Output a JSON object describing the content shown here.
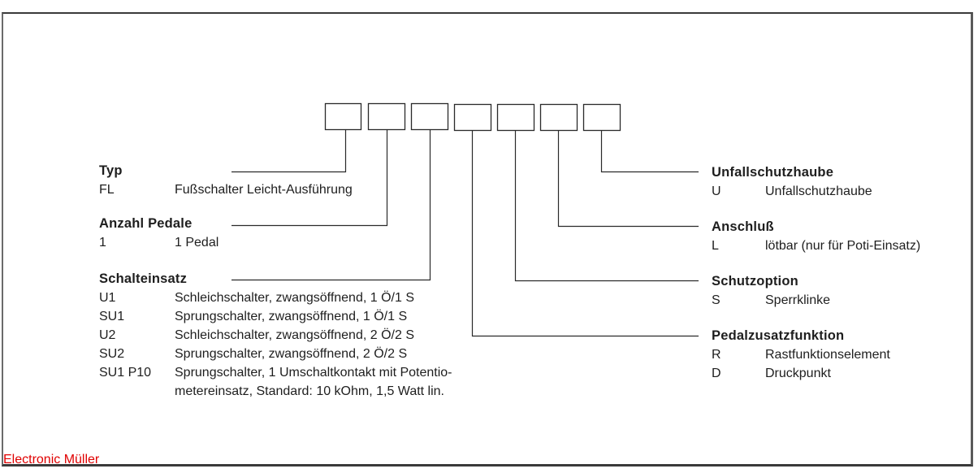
{
  "code_boxes": [
    "",
    "",
    "",
    "",
    "",
    "",
    ""
  ],
  "left_groups": [
    {
      "heading": "Typ",
      "options": [
        {
          "code": "FL",
          "text": "Fußschalter Leicht-Ausführung"
        }
      ]
    },
    {
      "heading": "Anzahl Pedale",
      "options": [
        {
          "code": "1",
          "text": "1 Pedal"
        }
      ]
    },
    {
      "heading": "Schalteinsatz",
      "options": [
        {
          "code": "U1",
          "text": "Schleichschalter, zwangsöffnend, 1 Ö/1 S"
        },
        {
          "code": "SU1",
          "text": "Sprungschalter, zwangsöffnend, 1 Ö/1 S"
        },
        {
          "code": "U2",
          "text": "Schleichschalter, zwangsöffnend, 2 Ö/2 S"
        },
        {
          "code": "SU2",
          "text": "Sprungschalter, zwangsöffnend, 2 Ö/2 S"
        },
        {
          "code": "SU1 P10",
          "text": "Sprungschalter, 1 Umschaltkontakt mit Potentio-",
          "text2": "metereinsatz, Standard: 10 kOhm, 1,5 Watt lin."
        }
      ]
    }
  ],
  "right_groups": [
    {
      "heading": "Unfallschutzhaube",
      "options": [
        {
          "code": "U",
          "text": "Unfallschutzhaube"
        }
      ]
    },
    {
      "heading": "Anschluß",
      "options": [
        {
          "code": "L",
          "text": "lötbar (nur für Poti-Einsatz)"
        }
      ]
    },
    {
      "heading": "Schutzoption",
      "options": [
        {
          "code": "S",
          "text": "Sperrklinke"
        }
      ]
    },
    {
      "heading": "Pedalzusatzfunktion",
      "options": [
        {
          "code": "R",
          "text": "Rastfunktionselement"
        },
        {
          "code": "D",
          "text": "Druckpunkt"
        }
      ]
    }
  ],
  "brand": "Electronic Müller",
  "colors": {
    "line": "#2a2a2a",
    "text": "#1e1e1e",
    "brand": "#e00000"
  }
}
